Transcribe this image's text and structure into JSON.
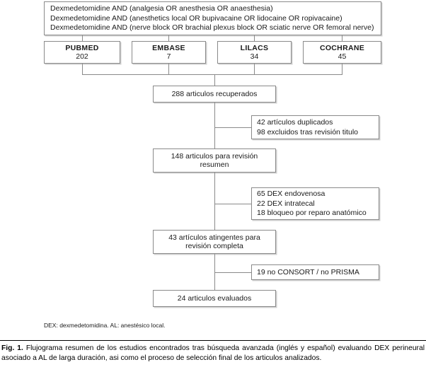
{
  "query_box": {
    "lines": [
      "Dexmedetomidine AND (analgesia OR anesthesia OR anaesthesia)",
      "Dexmedetomidine AND (anesthetics local OR bupivacaine OR lidocaine OR ropivacaine)",
      "Dexmedetomidine AND (nerve block OR brachial plexus block OR sciatic nerve OR femoral nerve)"
    ]
  },
  "databases": [
    {
      "name": "PUBMED",
      "count": "202"
    },
    {
      "name": "EMBASE",
      "count": "7"
    },
    {
      "name": "LILACS",
      "count": "34"
    },
    {
      "name": "COCHRANE",
      "count": "45"
    }
  ],
  "flow": {
    "retrieved": "288 articulos recuperados",
    "abstract_line1": "148 articulos para revisión",
    "abstract_line2": "resumen",
    "full_line1": "43 artículos atingentes para",
    "full_line2": "revisión completa",
    "final": "24 articulos evaluados"
  },
  "exclusions": {
    "first": [
      "42 artículos duplicados",
      "98 excluidos tras revisión titulo"
    ],
    "second": [
      "65 DEX endovenosa",
      "22 DEX intratecal",
      "18 bloqueo por reparo anatómico"
    ],
    "third": [
      "19 no CONSORT / no PRISMA"
    ]
  },
  "footnote": "DEX: dexmedetomidina. AL: anestésico local.",
  "caption": {
    "label": "Fig. 1.",
    "text": "Flujograma resumen de los estudios encontrados tras búsqueda avanzada (inglés y español) evaluando DEX perineural asociado a AL de larga duración, asi como el proceso de selección final de los articulos analizados."
  },
  "colors": {
    "box_border": "#8a8a8a",
    "line": "#8a8a8a",
    "text": "#1a1a1a",
    "rule": "#000000"
  }
}
